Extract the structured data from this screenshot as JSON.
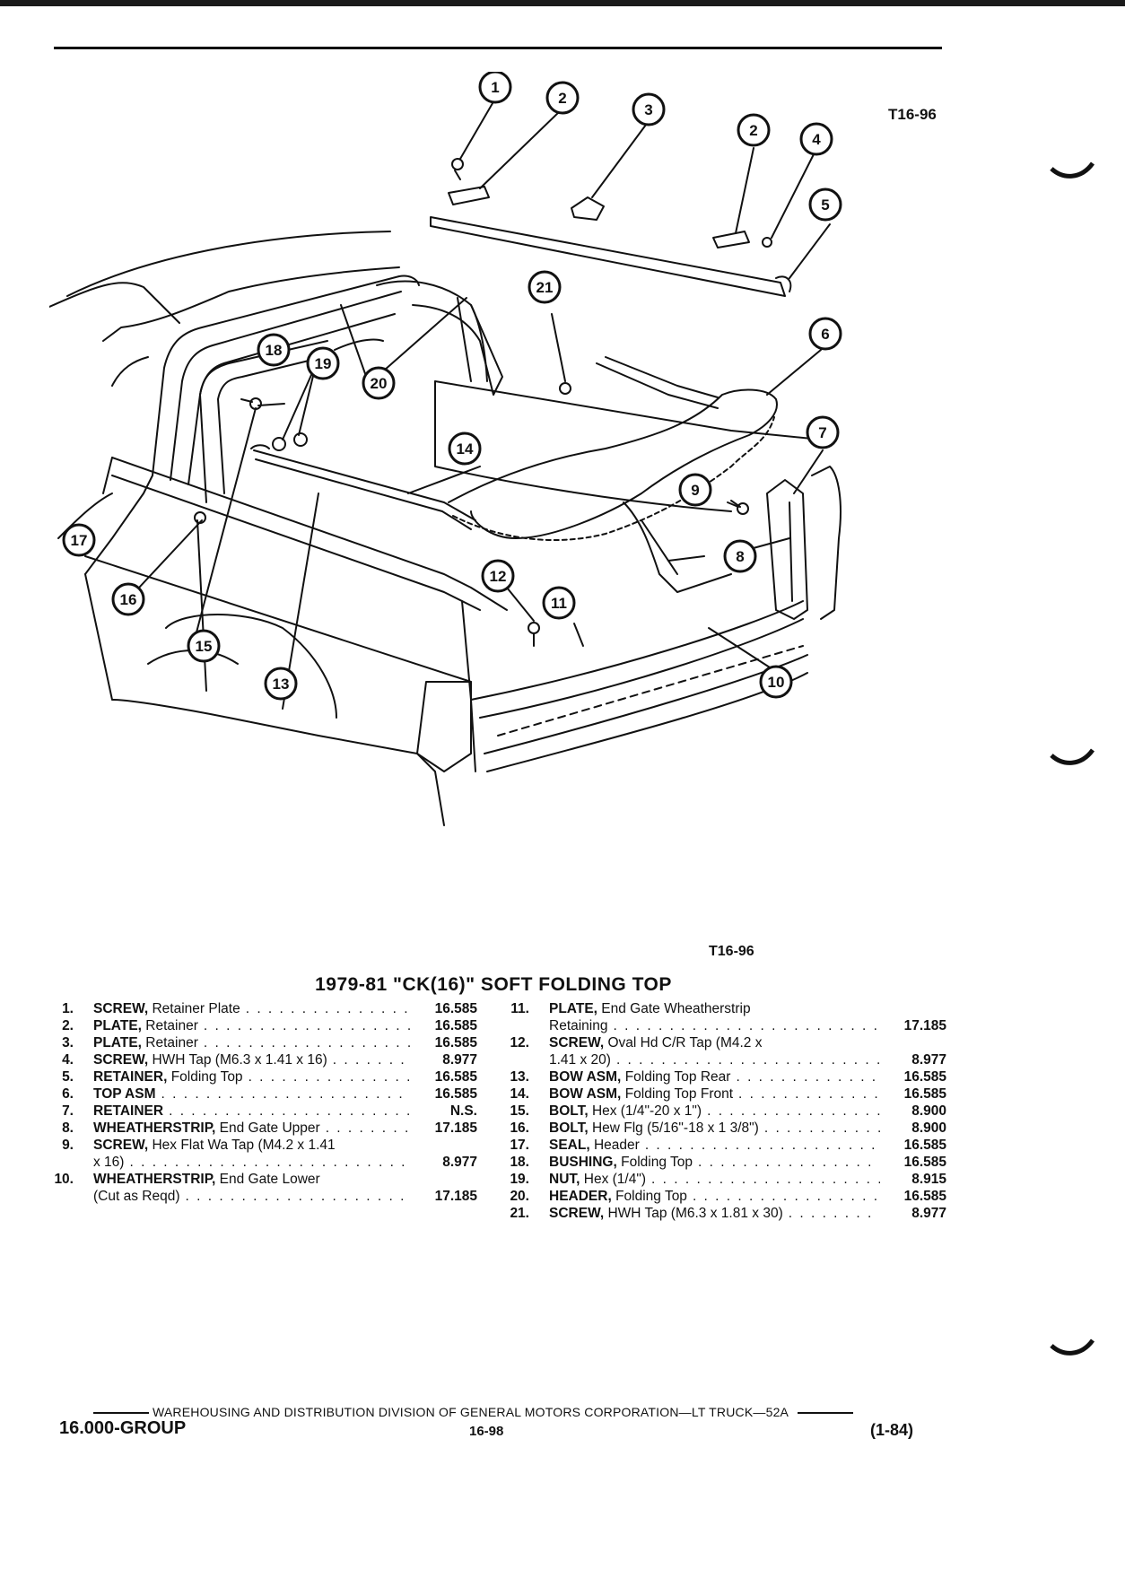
{
  "figure": {
    "id_top": "T16-96",
    "id_bottom": "T16-96"
  },
  "callouts": [
    "1",
    "2",
    "3",
    "2",
    "4",
    "5",
    "6",
    "7",
    "8",
    "9",
    "10",
    "11",
    "12",
    "13",
    "14",
    "15",
    "16",
    "17",
    "18",
    "19",
    "20",
    "21"
  ],
  "title": "1979-81 \"CK(16)\" SOFT FOLDING TOP",
  "parts_left": [
    {
      "num": "1.",
      "name": "SCREW,",
      "desc": "Retainer Plate",
      "group": "16.585"
    },
    {
      "num": "2.",
      "name": "PLATE,",
      "desc": "Retainer",
      "group": "16.585"
    },
    {
      "num": "3.",
      "name": "PLATE,",
      "desc": "Retainer",
      "group": "16.585"
    },
    {
      "num": "4.",
      "name": "SCREW,",
      "desc": "HWH Tap (M6.3 x 1.41 x 16)",
      "group": "8.977"
    },
    {
      "num": "5.",
      "name": "RETAINER,",
      "desc": "Folding Top",
      "group": "16.585"
    },
    {
      "num": "6.",
      "name": "TOP ASM",
      "desc": "",
      "group": "16.585"
    },
    {
      "num": "7.",
      "name": "RETAINER",
      "desc": "",
      "group": "N.S."
    },
    {
      "num": "8.",
      "name": "WHEATHERSTRIP,",
      "desc": "End Gate Upper",
      "group": "17.185"
    },
    {
      "num": "9.",
      "name": "SCREW,",
      "desc": "Hex Flat Wa Tap (M4.2 x 1.41",
      "cont": "x 16)",
      "group": "8.977"
    },
    {
      "num": "10.",
      "name": "WHEATHERSTRIP,",
      "desc": "End Gate Lower",
      "cont": "(Cut as Reqd)",
      "group": "17.185"
    }
  ],
  "parts_right": [
    {
      "num": "11.",
      "name": "PLATE,",
      "desc": "End Gate Wheatherstrip",
      "cont": "Retaining",
      "group": "17.185"
    },
    {
      "num": "12.",
      "name": "SCREW,",
      "desc": "Oval Hd C/R Tap (M4.2 x",
      "cont": "1.41 x 20)",
      "group": "8.977"
    },
    {
      "num": "13.",
      "name": "BOW ASM,",
      "desc": "Folding Top Rear",
      "group": "16.585"
    },
    {
      "num": "14.",
      "name": "BOW ASM,",
      "desc": "Folding Top Front",
      "group": "16.585"
    },
    {
      "num": "15.",
      "name": "BOLT,",
      "desc": "Hex (1/4\"-20 x 1\")",
      "group": "8.900"
    },
    {
      "num": "16.",
      "name": "BOLT,",
      "desc": "Hew Flg (5/16\"-18 x 1 3/8\")",
      "group": "8.900"
    },
    {
      "num": "17.",
      "name": "SEAL,",
      "desc": "Header",
      "group": "16.585"
    },
    {
      "num": "18.",
      "name": "BUSHING,",
      "desc": "Folding Top",
      "group": "16.585"
    },
    {
      "num": "19.",
      "name": "NUT,",
      "desc": "Hex (1/4\")",
      "group": "8.915"
    },
    {
      "num": "20.",
      "name": "HEADER,",
      "desc": "Folding Top",
      "group": "16.585"
    },
    {
      "num": "21.",
      "name": "SCREW,",
      "desc": "HWH Tap (M6.3 x 1.81 x 30)",
      "group": "8.977"
    }
  ],
  "footer": {
    "division": "WAREHOUSING AND DISTRIBUTION DIVISION OF GENERAL MOTORS CORPORATION—LT TRUCK—52A",
    "group": "16.000-GROUP",
    "page": "16-98",
    "date": "(1-84)"
  }
}
